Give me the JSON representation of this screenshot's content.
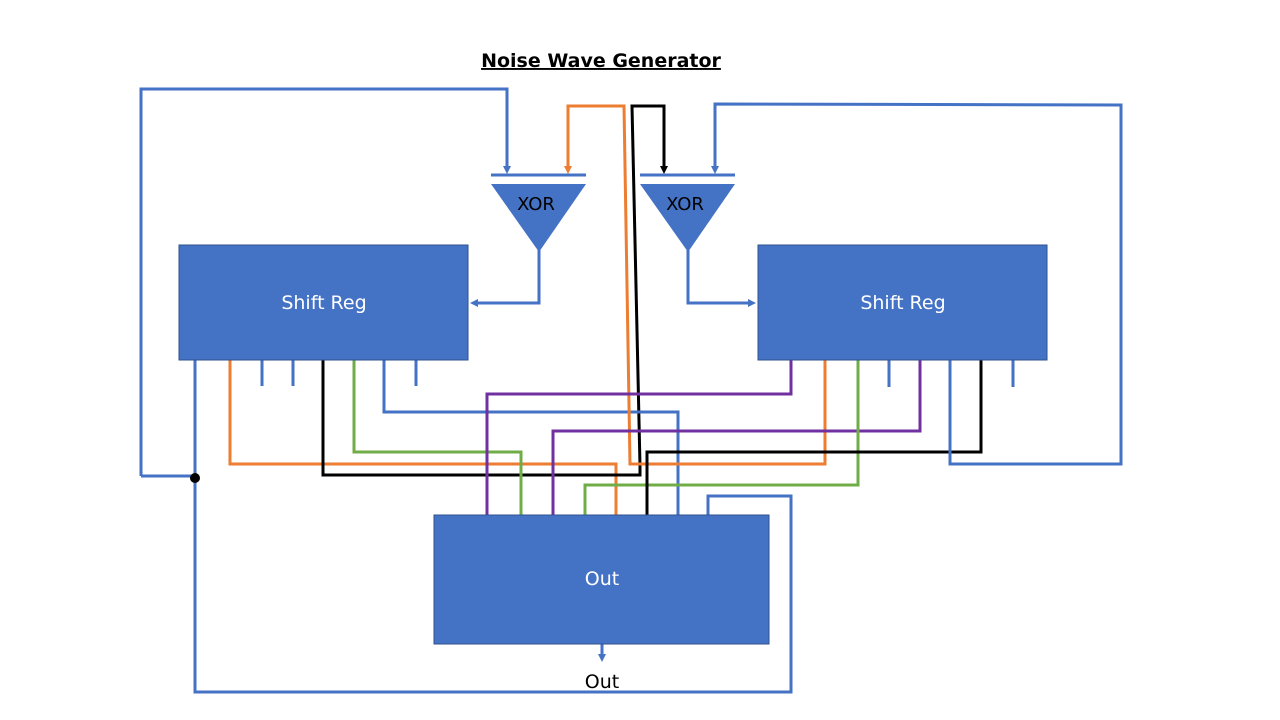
{
  "title": "Noise Wave Generator",
  "colors": {
    "block": "#4472c4",
    "blue": "#4472c4",
    "orange": "#ed7d31",
    "black": "#000000",
    "green": "#70ad47",
    "purple": "#7030a0"
  },
  "blocks": {
    "left_shift_reg": "Shift Reg",
    "right_shift_reg": "Shift Reg",
    "output_block": "Out"
  },
  "gates": {
    "left_xor": "XOR",
    "right_xor": "XOR"
  },
  "output_label": "Out"
}
